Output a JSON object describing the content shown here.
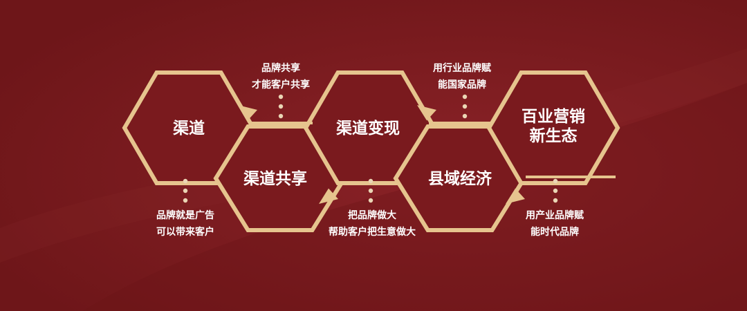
{
  "colors": {
    "background": "#7a1a1e",
    "hex_border": "#e6c48e",
    "hex_fill": "#7a1a1e",
    "text": "#ffffff",
    "dots": "#ead6b5"
  },
  "hexagons": [
    {
      "label_lines": [
        "渠道"
      ]
    },
    {
      "label_lines": [
        "渠道共享"
      ]
    },
    {
      "label_lines": [
        "渠道变现"
      ]
    },
    {
      "label_lines": [
        "县域经济"
      ]
    },
    {
      "label_lines": [
        "百业营销",
        "新生态"
      ]
    }
  ],
  "notes": [
    {
      "lines": [
        "品牌就是广告",
        "可以带来客户"
      ]
    },
    {
      "lines": [
        "品牌共享",
        "才能客户共享"
      ]
    },
    {
      "lines": [
        "把品牌做大",
        "帮助客户把生意做大"
      ]
    },
    {
      "lines": [
        "用行业品牌赋",
        "能国家品牌"
      ]
    },
    {
      "lines": [
        "用产业品牌赋",
        "能时代品牌"
      ]
    }
  ]
}
